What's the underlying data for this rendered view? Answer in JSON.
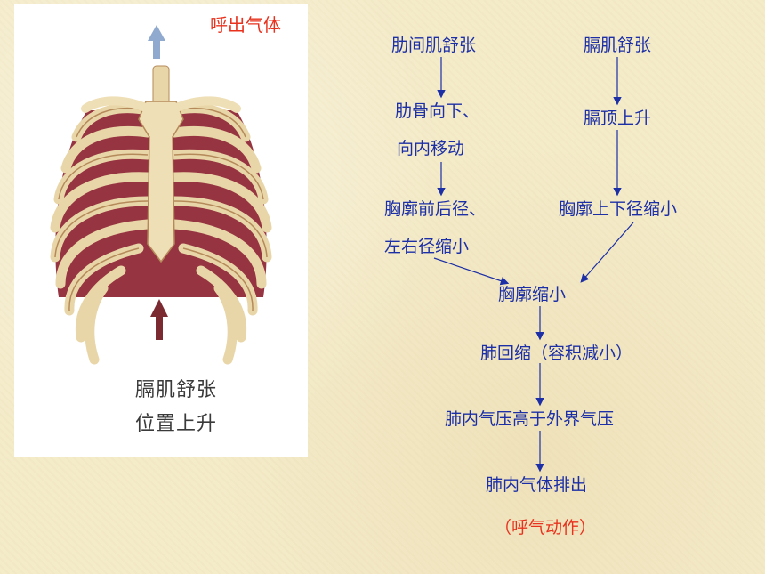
{
  "illustration": {
    "exhale_label": "呼出气体",
    "caption_line1": "膈肌舒张",
    "caption_line2": "位置上升"
  },
  "flow": {
    "intercostal_relax": "肋间肌舒张",
    "ribs_move_line1": "肋骨向下、",
    "ribs_move_line2": "向内移动",
    "thorax_ap_line1": "胸廓前后径、",
    "thorax_ap_line2": "左右径缩小",
    "diaphragm_relax": "膈肌舒张",
    "diaphragm_dome_up": "膈顶上升",
    "thorax_vertical_shrink": "胸廓上下径缩小",
    "thorax_shrink": "胸廓缩小",
    "lung_recoil": "肺回缩（容积减小）",
    "pressure_higher": "肺内气压高于外界气压",
    "gas_expelled": "肺内气体排出",
    "result": "（呼气动作）"
  },
  "colors": {
    "flow_text": "#1c2fa6",
    "highlight": "#e8321e",
    "background": "#f4ebc9"
  }
}
